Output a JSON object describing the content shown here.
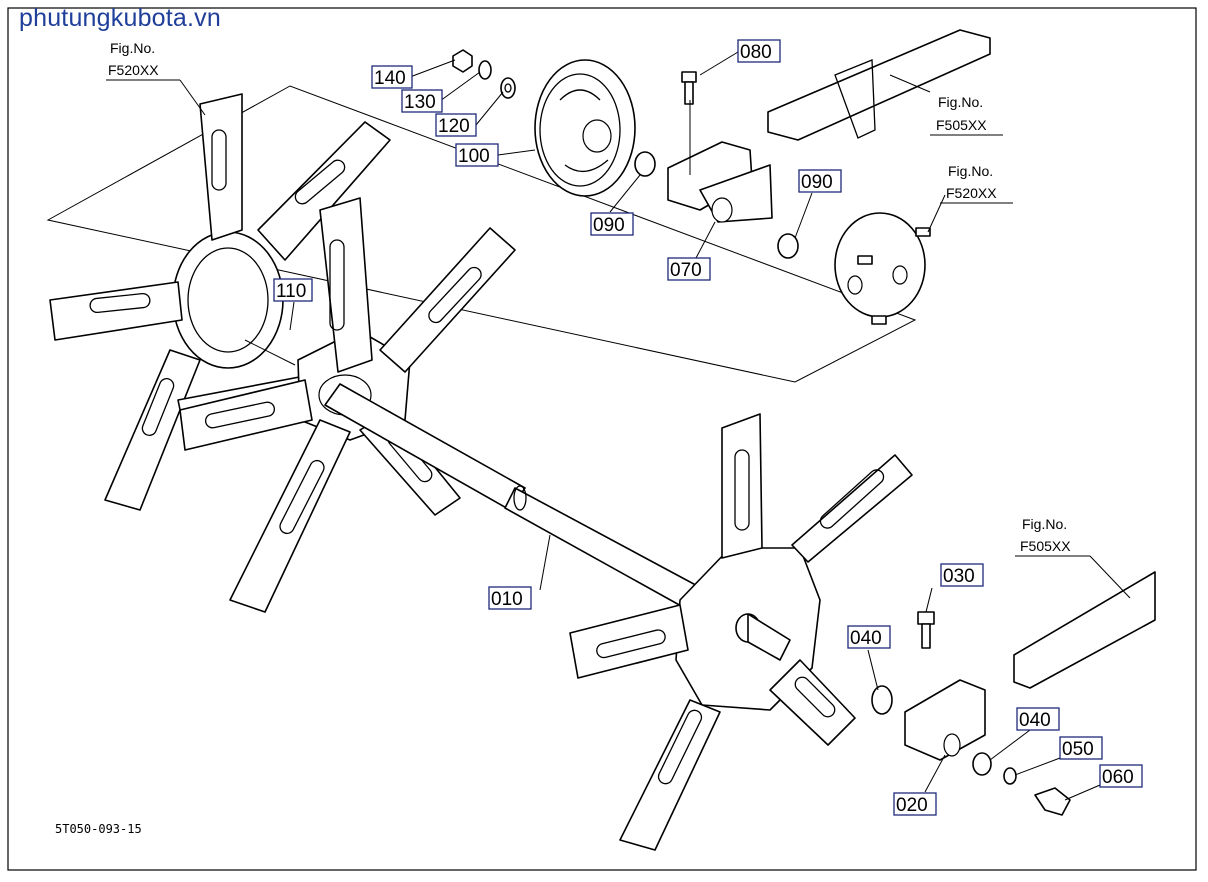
{
  "watermark": "phutungkubota.vn",
  "document_code": "5T050-093-15",
  "callouts": {
    "c140": "140",
    "c130": "130",
    "c120": "120",
    "c100": "100",
    "c080": "080",
    "c090a": "090",
    "c090b": "090",
    "c070": "070",
    "c110": "110",
    "c010": "010",
    "c030": "030",
    "c040a": "040",
    "c040b": "040",
    "c050": "050",
    "c060": "060",
    "c020": "020"
  },
  "figure_refs": {
    "ref1": {
      "label": "Fig.No.",
      "code": "F520XX"
    },
    "ref2": {
      "label": "Fig.No.",
      "code": "F505XX"
    },
    "ref3": {
      "label": "Fig.No.",
      "code": "F520XX"
    },
    "ref4": {
      "label": "Fig.No.",
      "code": "F505XX"
    }
  }
}
